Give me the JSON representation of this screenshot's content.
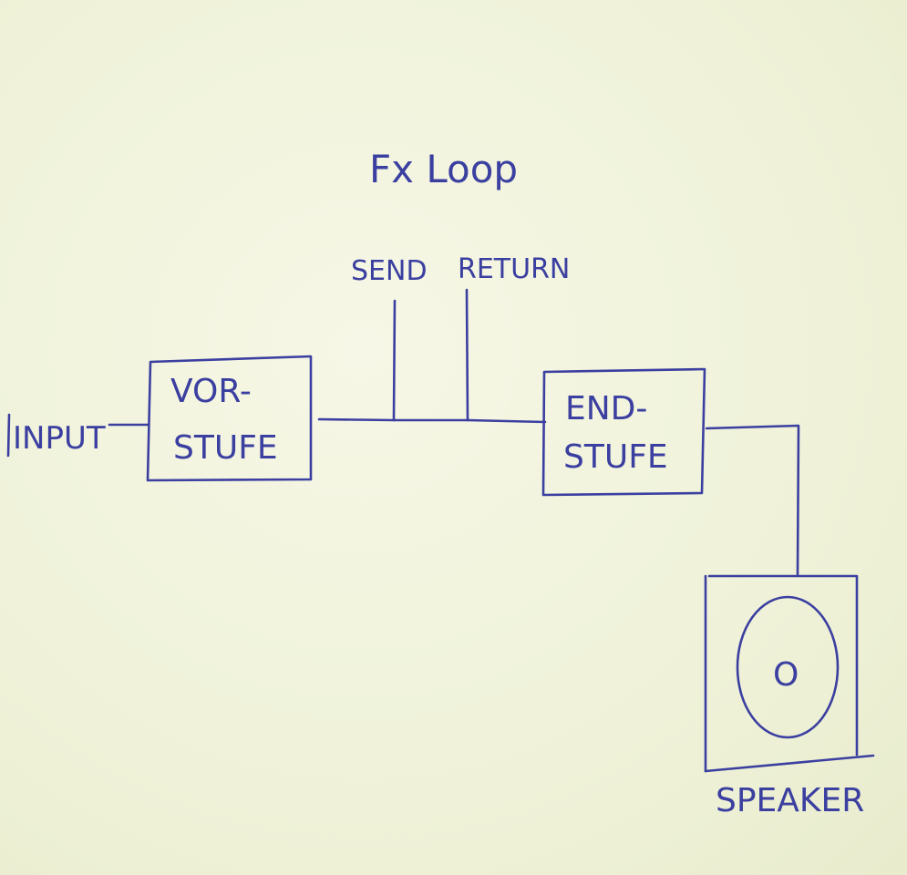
{
  "diagram": {
    "title": "Fx Loop",
    "send_label": "SEND",
    "return_label": "RETURN",
    "input_label": "INPUT",
    "preamp": {
      "line1": "VOR-",
      "line2": "STUFE"
    },
    "poweramp": {
      "line1": "END-",
      "line2": "STUFE"
    },
    "speaker_label": "SPEAKER",
    "speaker_cone_mark": "O",
    "ink_color": "#3b3fa0",
    "paper_color": "#f1f3dc"
  }
}
